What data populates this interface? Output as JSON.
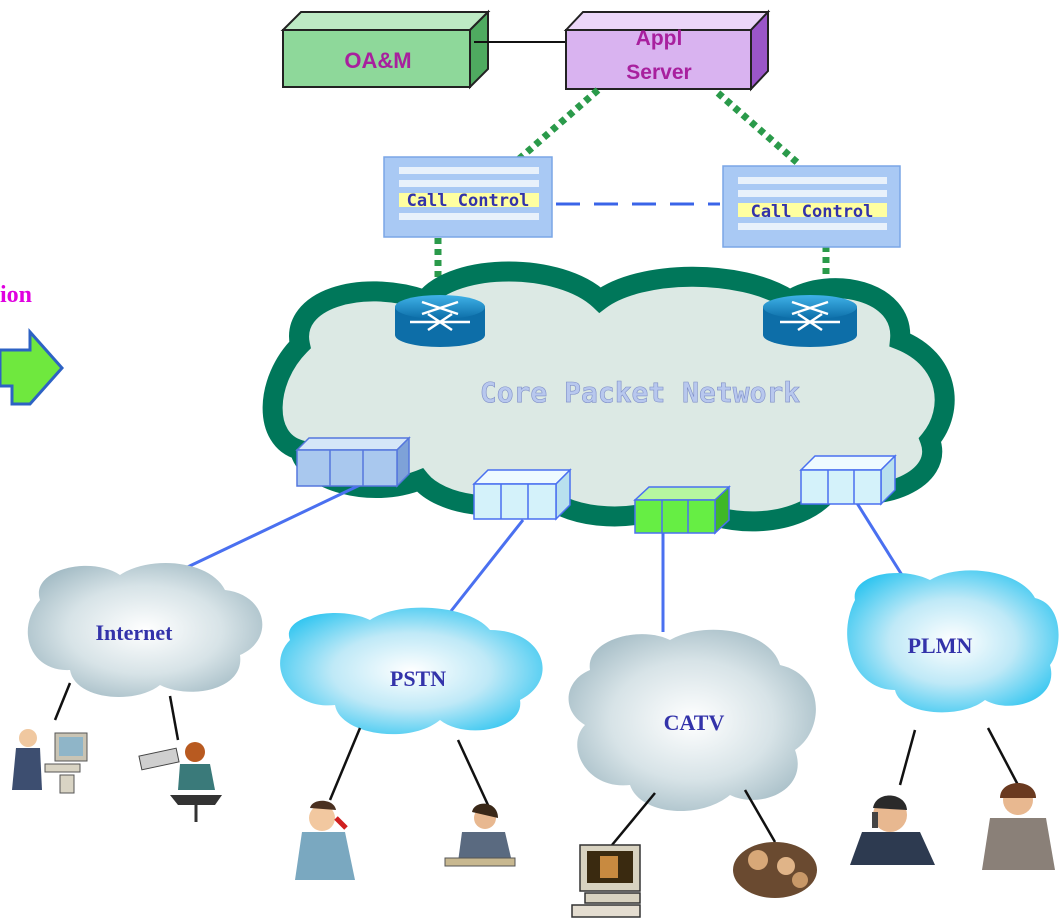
{
  "servers": {
    "oam": {
      "label": "OA&M",
      "color": "#8ed89a"
    },
    "appl": {
      "label_line1": "Appl",
      "label_line2": "Server",
      "color": "#d9b3f0"
    }
  },
  "call_control": {
    "left": {
      "label": "Call Control"
    },
    "right": {
      "label": "Call Control"
    }
  },
  "core_network": {
    "label": "Core Packet Network",
    "color": "#dce9e4",
    "border_color": "#00775a"
  },
  "side_label": {
    "text": "ion",
    "color": "#e000e0"
  },
  "access_networks": {
    "internet": {
      "label": "Internet"
    },
    "pstn": {
      "label": "PSTN"
    },
    "catv": {
      "label": "CATV"
    },
    "plmn": {
      "label": "PLMN"
    }
  },
  "colors": {
    "label_blue": "#3333aa",
    "link_blue": "#4a70f0",
    "signal_green": "#2a9a4a",
    "call_control_dash": "#3a64e8",
    "gateway_light": "#d4f2fa",
    "gateway_green": "#66ee44",
    "gateway_blue": "#a9c8ee",
    "router": "#1a8cc8"
  }
}
